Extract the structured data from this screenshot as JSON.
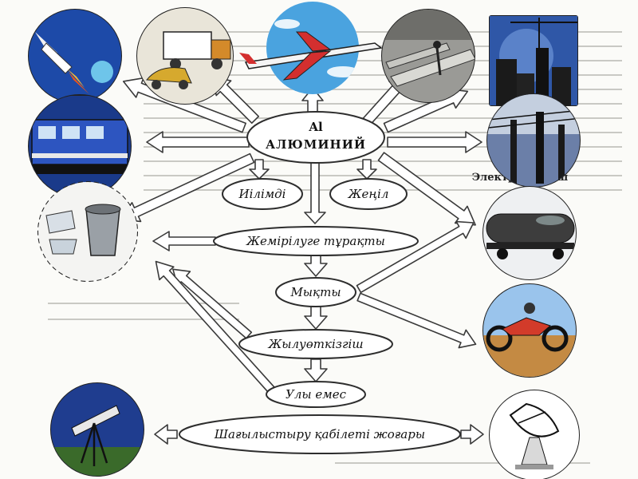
{
  "center": {
    "symbol": "Al",
    "name": "АЛЮМИНИЙ"
  },
  "properties": {
    "plastic": "Иілімді",
    "light": "Жеңіл",
    "corrosion_resistant": "Жемірілуге тұрақты",
    "strong": "Мықты",
    "heat_conductive": "Жылуөткізгіш",
    "non_toxic": "Улы емес",
    "reflectivity": "Шағылыстыру қабілеті жоғары"
  },
  "captions": {
    "electrical_conductor": "Электрөткізгіш"
  },
  "icons": [
    "rocket-icon",
    "trucks-icon",
    "airplane-icon",
    "pipes-icon",
    "construction-icon",
    "train-icon",
    "power-line-icon",
    "kitchenware-icon",
    "tank-car-icon",
    "motorcycle-icon",
    "telescope-icon",
    "satellite-dish-icon"
  ]
}
